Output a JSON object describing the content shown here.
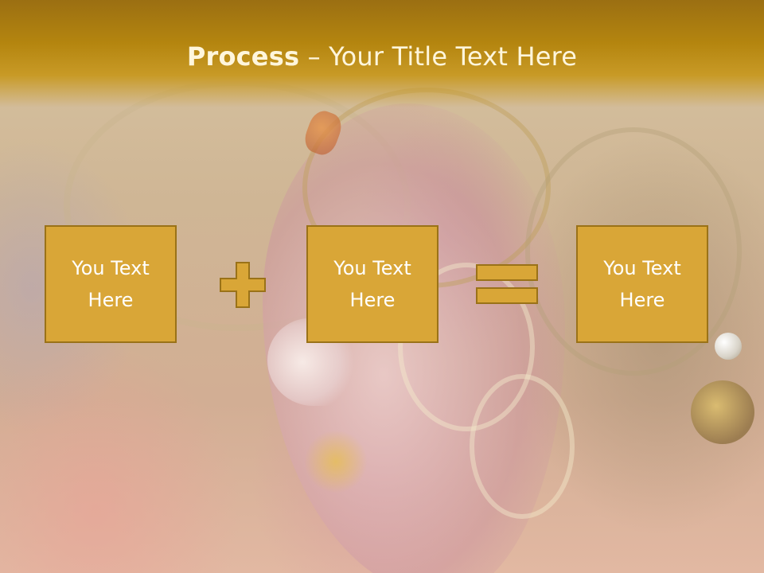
{
  "slide": {
    "title_bold": "Process",
    "title_separator": " – ",
    "title_rest": "Your Title Text Here",
    "boxes": [
      {
        "line1": "You Text",
        "line2": "Here"
      },
      {
        "line1": "You Text",
        "line2": "Here"
      },
      {
        "line1": "You Text",
        "line2": "Here"
      }
    ],
    "operators": {
      "first": "plus-icon",
      "second": "equals-icon"
    }
  },
  "colors": {
    "banner": "#b4850f",
    "box_fill": "#d9a637",
    "box_border": "#9a7218",
    "text": "#ffffff"
  }
}
